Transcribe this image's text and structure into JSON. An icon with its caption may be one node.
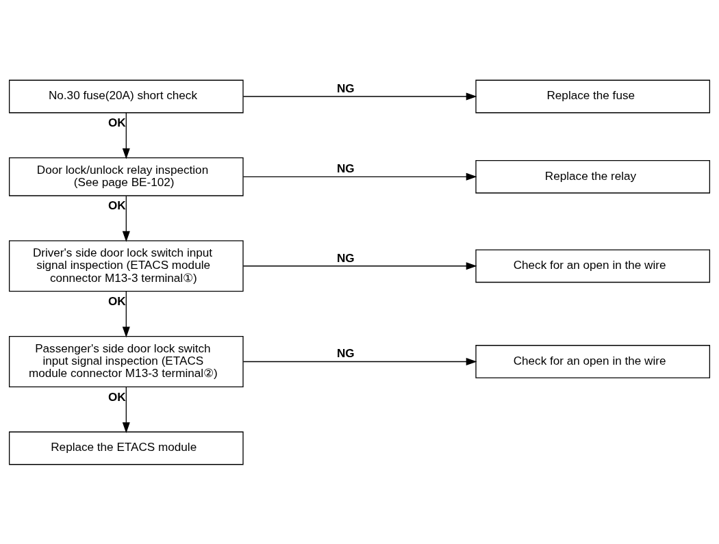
{
  "diagram": {
    "nodes": [
      {
        "text": [
          "No.30 fuse(20A) short check"
        ]
      },
      {
        "text": [
          "Replace the fuse"
        ]
      },
      {
        "text": [
          "Door lock/unlock relay inspection (See page BE-102)"
        ]
      },
      {
        "text": [
          "Replace the relay"
        ]
      },
      {
        "text": [
          "Driver's side door lock switch input signal inspection (ETACS module connector M13-3 terminal①)"
        ]
      },
      {
        "text": [
          "Check for an open in the wire"
        ]
      },
      {
        "text": [
          "Passenger's side door lock switch input signal inspection (ETACS module connector M13-3 terminal②)"
        ]
      },
      {
        "text": [
          "Check for an open in the wire"
        ]
      },
      {
        "text": [
          "Replace the ETACS module"
        ]
      }
    ],
    "edges": [
      {
        "from": 0,
        "to": 1,
        "arrow": "to",
        "label": "NG"
      },
      {
        "from": 0,
        "to": 2,
        "arrow": "to",
        "label": "OK"
      },
      {
        "from": 2,
        "to": 3,
        "arrow": "to",
        "label": "NG"
      },
      {
        "from": 2,
        "to": 4,
        "arrow": "to",
        "label": "OK"
      },
      {
        "from": 4,
        "to": 5,
        "arrow": "to",
        "label": "NG"
      },
      {
        "from": 4,
        "to": 6,
        "arrow": "to",
        "label": "OK"
      },
      {
        "from": 6,
        "to": 7,
        "arrow": "to",
        "label": "NG"
      },
      {
        "from": 6,
        "to": 8,
        "arrow": "to",
        "label": "OK"
      }
    ]
  }
}
